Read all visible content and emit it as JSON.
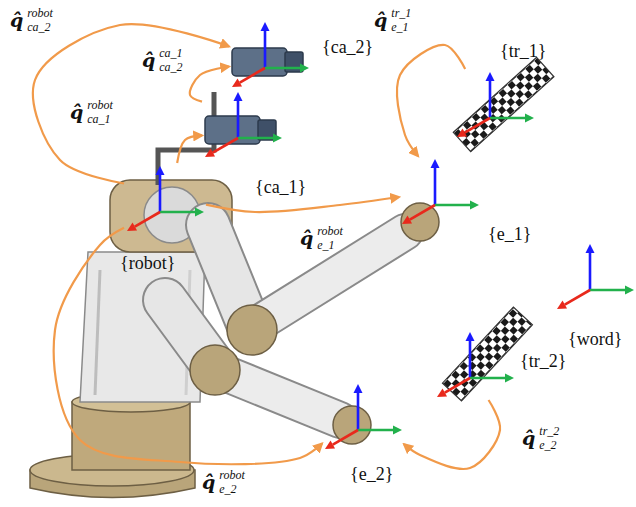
{
  "diagram": {
    "nodes": [
      {
        "text": [
          "{ca_2}"
        ]
      },
      {
        "text": [
          "{tr_1}"
        ]
      },
      {
        "text": [
          "{ca_1}"
        ]
      },
      {
        "text": [
          "{robot}"
        ]
      },
      {
        "text": [
          "{e_1}"
        ]
      },
      {
        "text": [
          "{word}"
        ]
      },
      {
        "text": [
          "{tr_2}"
        ]
      },
      {
        "text": [
          "{e_2}"
        ]
      }
    ],
    "edges": [
      {
        "from": 3,
        "to": 0,
        "arrow": "to",
        "label": "q̂ robot ca_2"
      },
      {
        "from": 2,
        "to": 0,
        "arrow": "to",
        "label": "q̂ ca_1 ca_2"
      },
      {
        "from": 3,
        "to": 2,
        "arrow": "to",
        "label": "q̂ robot ca_1"
      },
      {
        "from": 1,
        "to": 4,
        "arrow": "to",
        "label": "q̂ tr_1 e_1"
      },
      {
        "from": 3,
        "to": 4,
        "arrow": "to",
        "label": "q̂ robot e_1"
      },
      {
        "from": 6,
        "to": 7,
        "arrow": "to",
        "label": "q̂ tr_2 e_2"
      },
      {
        "from": 3,
        "to": 7,
        "arrow": "to",
        "label": "q̂ robot e_2"
      }
    ]
  }
}
